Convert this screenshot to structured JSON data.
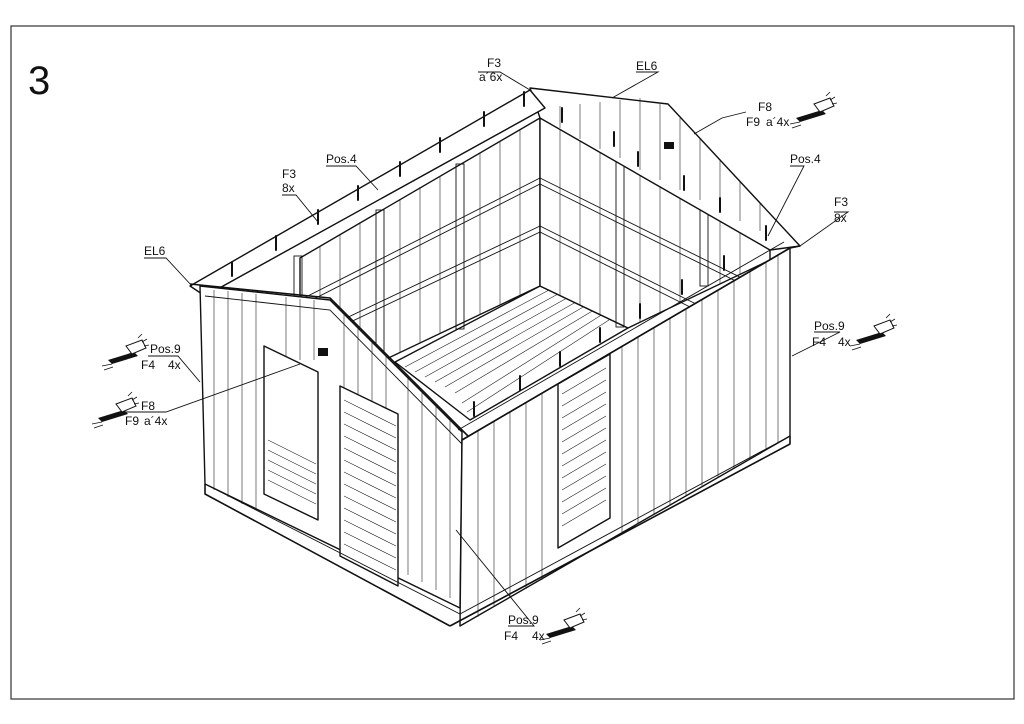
{
  "step_number": "3",
  "labels": {
    "top_f3": "F3",
    "top_a6x": "a´6x",
    "top_el6": "EL6",
    "right_f8": "F8",
    "right_f9": "F9",
    "right_a4x": "a´4x",
    "left_f3": "F3",
    "left_8x": "8x",
    "pos4_left": "Pos.4",
    "pos4_right": "Pos.4",
    "right_f3": "F3",
    "right_8x": "8x",
    "left_el6": "EL6",
    "left_pos9": "Pos.9",
    "left_f4": "F4",
    "left_4x": "4x",
    "left_f8": "F8",
    "left_f9": "F9",
    "left_a4x": "a´4x",
    "rwall_pos9": "Pos.9",
    "rwall_f4": "F4",
    "rwall_4x": "4x",
    "bottom_pos9": "Pos.9",
    "bottom_f4": "F4",
    "bottom_4x": "4x"
  },
  "icons": [
    "hammer-nail-icon"
  ]
}
